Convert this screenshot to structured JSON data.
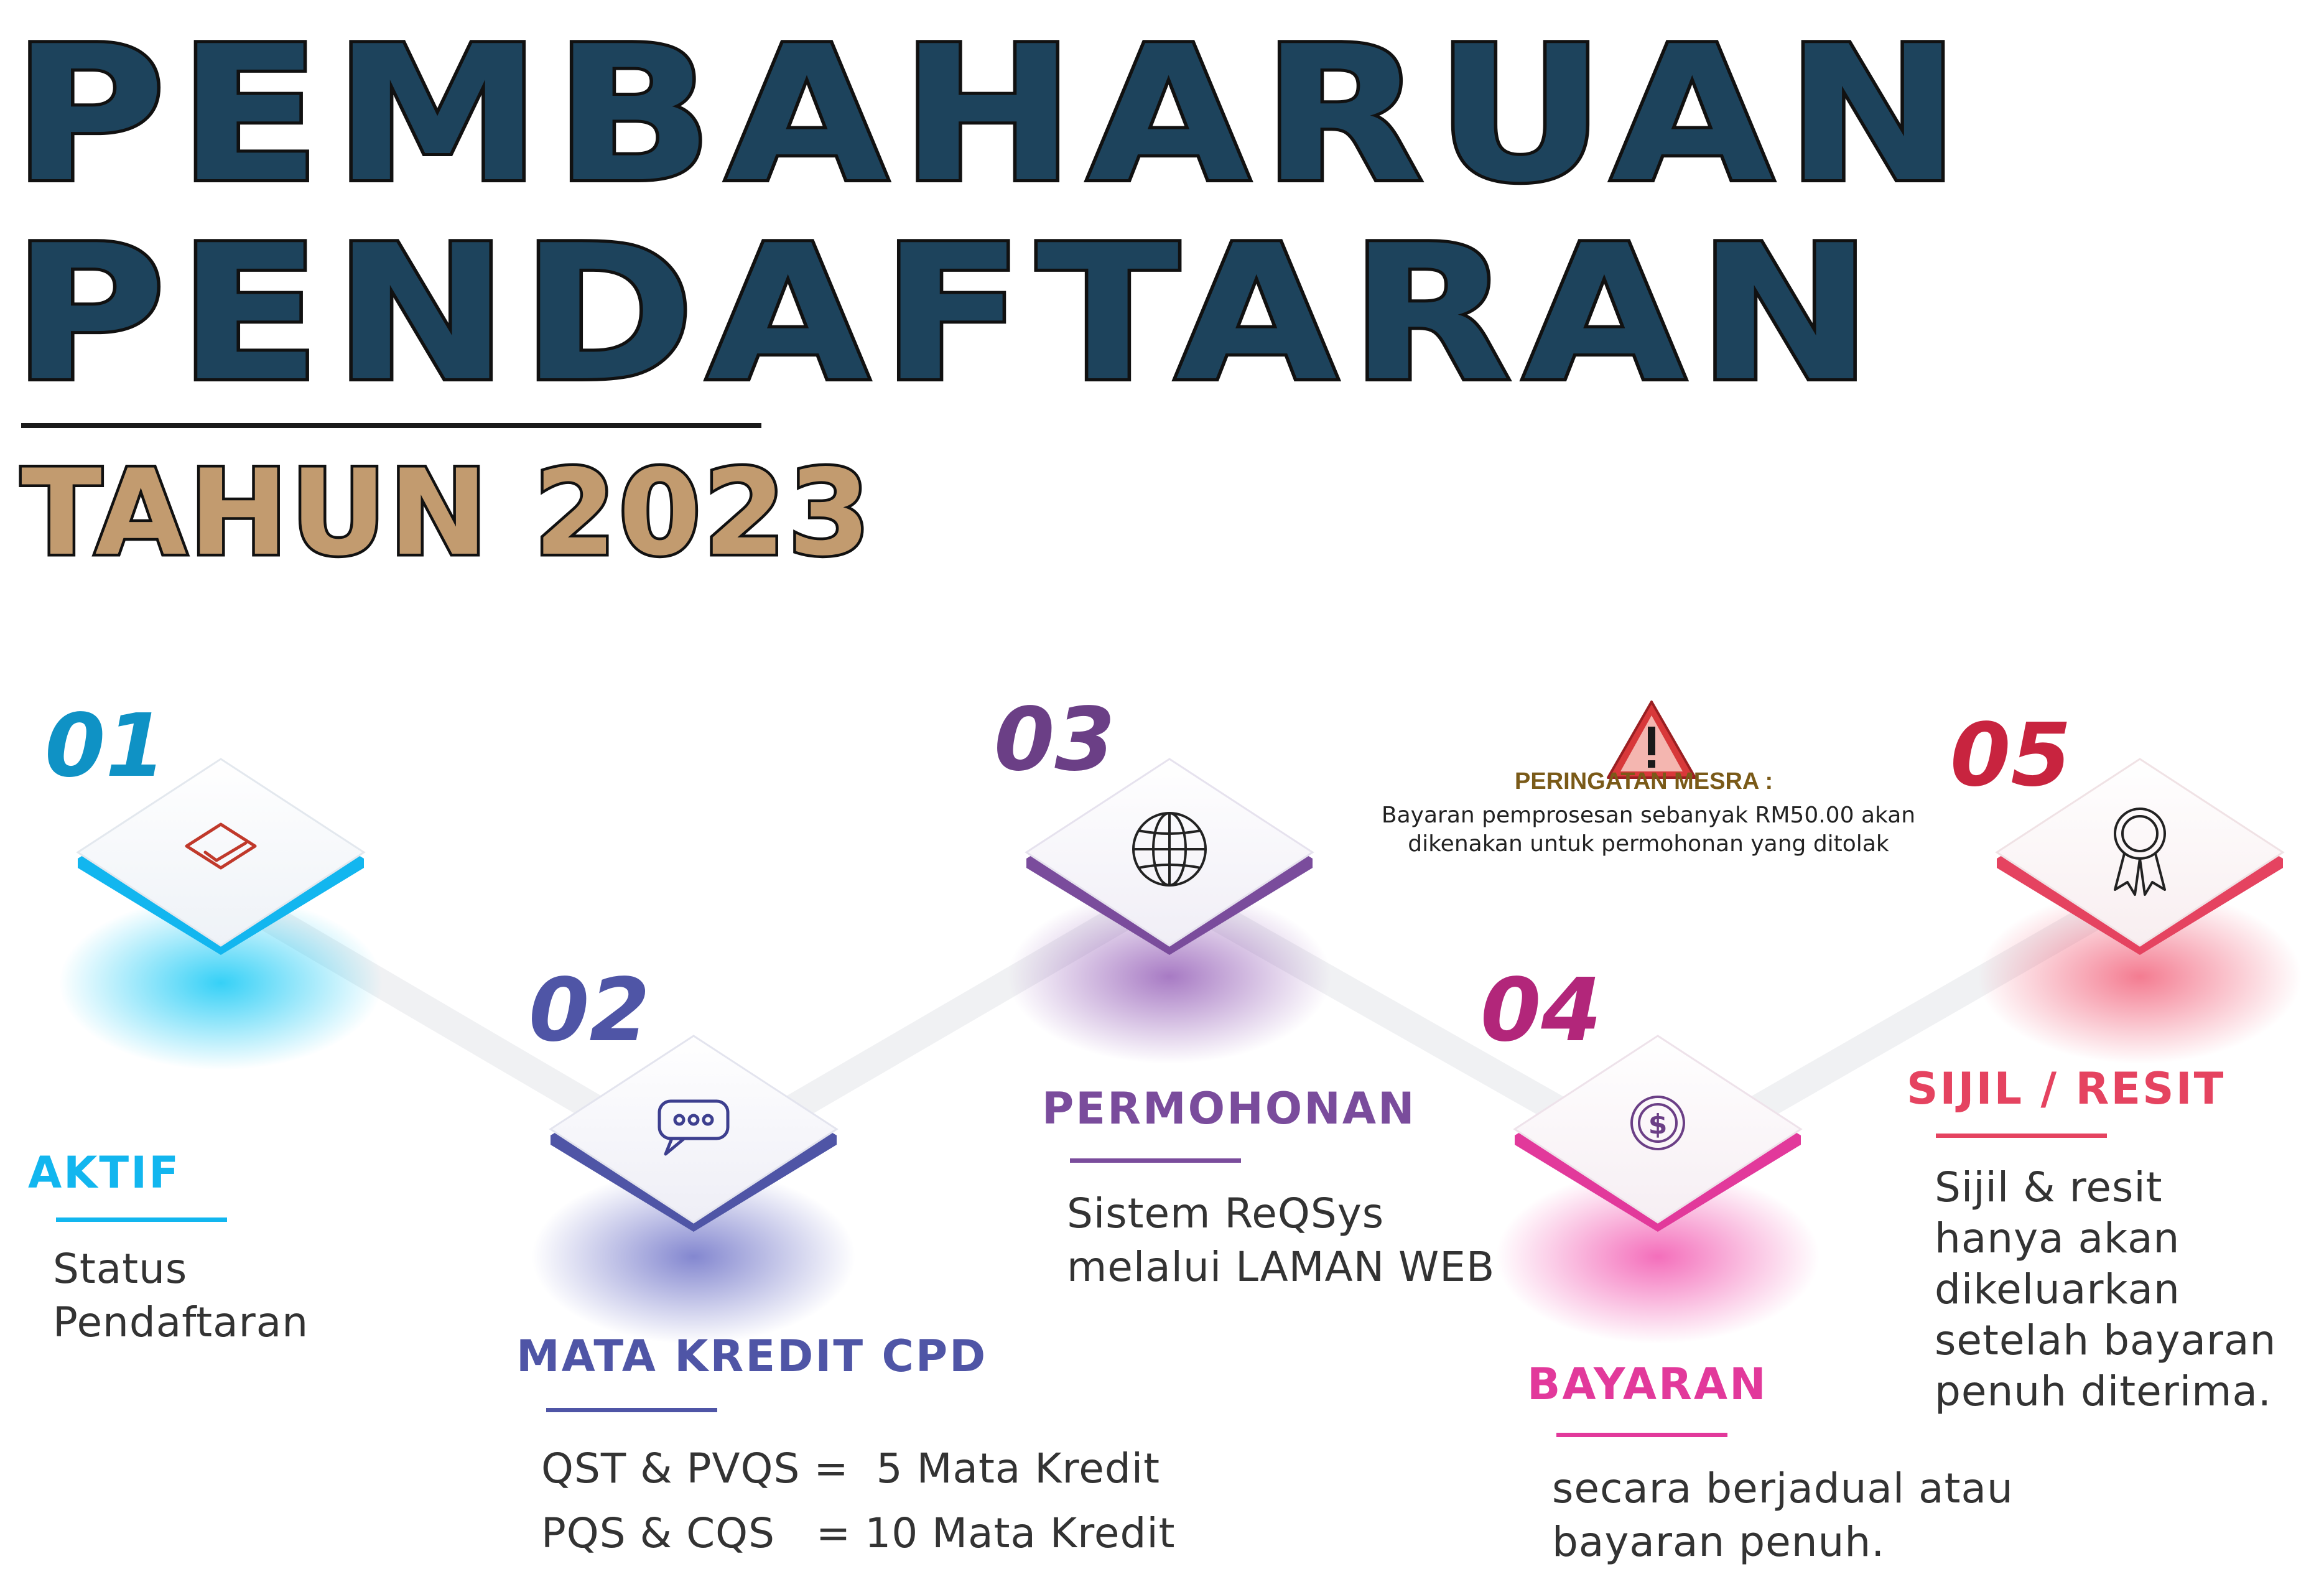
{
  "header": {
    "title_line1": "PEMBAHARUAN",
    "title_line2": "PENDAFTARAN",
    "subtitle": "TAHUN 2023"
  },
  "steps": [
    {
      "number": "01",
      "title": "AKTIF",
      "lines": [
        "Status",
        "Pendaftaran"
      ],
      "icon": "check-envelope-icon",
      "color": "#12b6ef"
    },
    {
      "number": "02",
      "title": "MATA KREDIT CPD",
      "lines": [
        "QST & PVQS =  5 Mata Kredit",
        "PQS & CQS   = 10 Mata Kredit"
      ],
      "icon": "chat-bubble-icon",
      "color": "#4f55a6"
    },
    {
      "number": "03",
      "title": "PERMOHONAN",
      "lines": [
        "Sistem ReQSys",
        "melalui LAMAN WEB"
      ],
      "icon": "globe-icon",
      "color": "#7a4c9c"
    },
    {
      "number": "04",
      "title": "BAYARAN",
      "lines": [
        "secara berjadual atau",
        "bayaran penuh."
      ],
      "icon": "dollar-coin-icon",
      "color": "#e2399b"
    },
    {
      "number": "05",
      "title": "SIJIL / RESIT",
      "lines": [
        "Sijil & resit",
        "hanya akan",
        "dikeluarkan",
        "setelah bayaran",
        "penuh diterima."
      ],
      "icon": "award-ribbon-icon",
      "color": "#e54360"
    }
  ],
  "warning": {
    "icon": "warning-triangle-icon",
    "title": "PERINGATAN MESRA :",
    "line1": "Bayaran pemprosesan sebanyak RM50.00  akan",
    "line2": "dikenakan untuk permohonan yang ditolak"
  },
  "colors": {
    "title_navy": "#1d435c",
    "subtitle_tan": "#c29b6f",
    "warning_red": "#d8383a",
    "warning_gold": "#7a5a18"
  }
}
